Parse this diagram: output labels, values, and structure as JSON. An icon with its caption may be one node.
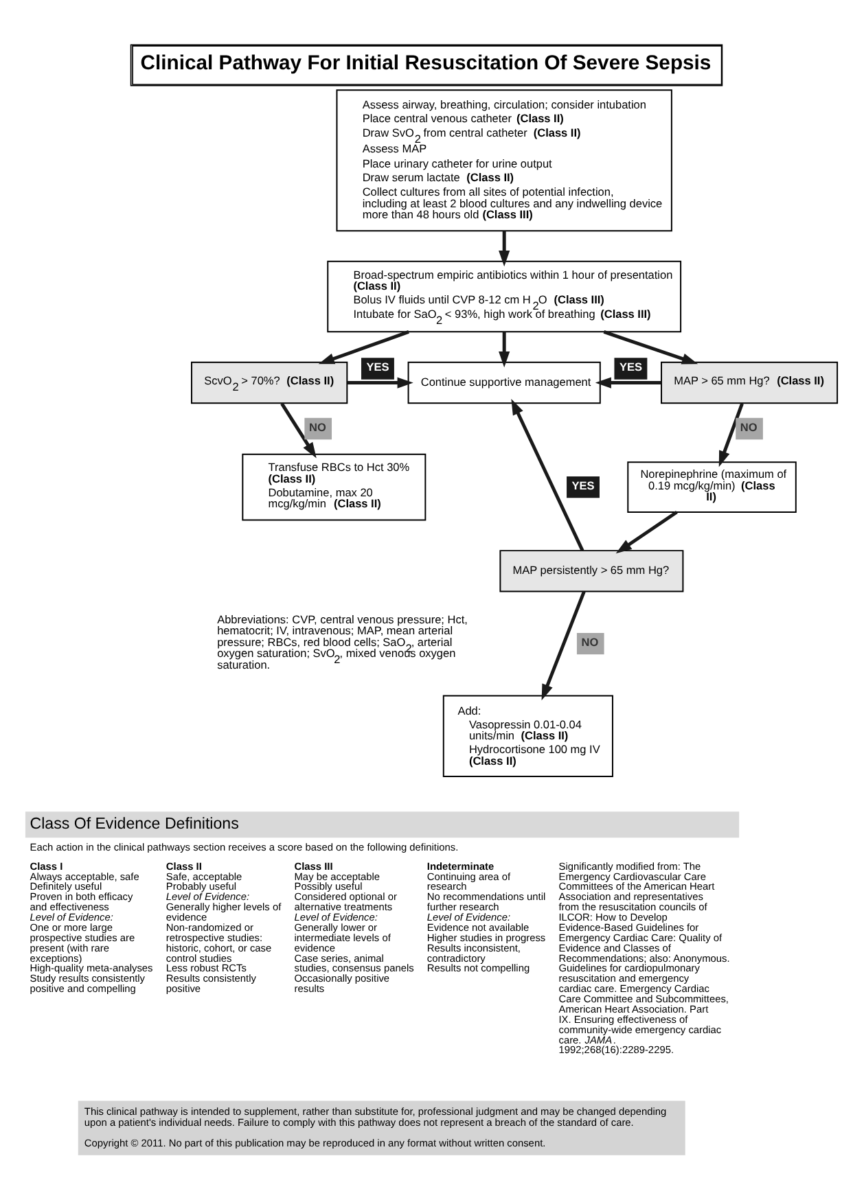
{
  "diagram": {
    "title": "Clinical Pathway For Initial Resuscitation Of Severe Sepsis",
    "nodes": [
      {
        "text": [
          "Assess airway, breathing, circulation; consider intubation",
          "Place central venous catheter **(Class II)**",
          "Draw SvO$_{2}$ from central catheter **(Class II)**",
          "Assess MAP",
          "Place urinary catheter for urine output",
          "Draw serum lactate **(Class II)**",
          "Collect cultures from all sites of potential infection, including at least 2 blood cultures and any indwelling device more than 48 hours old **(Class III)**"
        ]
      },
      {
        "text": [
          "Broad-spectrum empiric antibiotics within 1 hour of presentation **(Class II)**",
          "Bolus IV fluids until CVP 8-12 cm H$_{2}$O **(Class III)**",
          "Intubate for SaO$_{2}$ < 93%, high work of breathing **(Class III)**"
        ]
      },
      {
        "text": [
          "ScvO$_{2}$ > 70%? **(Class II)**"
        ]
      },
      {
        "text": [
          "Continue supportive management"
        ]
      },
      {
        "text": [
          "MAP > 65 mm Hg? **(Class II)**"
        ]
      },
      {
        "text": [
          "Transfuse RBCs to Hct 30% **(Class II)**",
          "Dobutamine, max 20 mcg/kg/min **(Class II)**"
        ]
      },
      {
        "text": [
          "Norepinephrine (maximum of 0.19 mcg/kg/min) **(Class II)**"
        ]
      },
      {
        "text": [
          "MAP persistently > 65 mm Hg?"
        ]
      },
      {
        "text": [
          "Add:",
          "Vasopressin 0.01-0.04 units/min **(Class II)**",
          "Hydrocortisone 100 mg IV **(Class II)**"
        ]
      }
    ],
    "edges": [
      {
        "from": 0,
        "to": 1,
        "arrow": "to"
      },
      {
        "from": 1,
        "to": 2,
        "arrow": "to"
      },
      {
        "from": 1,
        "to": 3,
        "arrow": "to"
      },
      {
        "from": 1,
        "to": 4,
        "arrow": "to"
      },
      {
        "from": 2,
        "to": 3,
        "arrow": "to",
        "label": "YES"
      },
      {
        "from": 4,
        "to": 3,
        "arrow": "to",
        "label": "YES"
      },
      {
        "from": 2,
        "to": 5,
        "arrow": "to",
        "label": "NO"
      },
      {
        "from": 4,
        "to": 6,
        "arrow": "to",
        "label": "NO"
      },
      {
        "from": 6,
        "to": 7,
        "arrow": "to"
      },
      {
        "from": 7,
        "to": 3,
        "arrow": "to",
        "label": "YES"
      },
      {
        "from": 7,
        "to": 8,
        "arrow": "to",
        "label": "NO"
      }
    ],
    "labels": [
      "Abbreviations: CVP, central venous pressure; Hct, hematocrit; IV, intravenous; MAP, mean arterial pressure; RBCs, red blood cells; SaO$_{2}$, arterial oxygen saturation; SvO$_{2}$, mixed venous oxygen saturation.",
      "Class Of Evidence Definitions",
      "Each action in the clinical pathways section receives a score based on the following definitions.",
      "Class I",
      "Always acceptable, safe",
      "Definitely useful",
      "Proven in both efficacy and effectiveness",
      "Level of Evidence:",
      "One or more large prospective studies are present (with rare exceptions)",
      "High-quality meta-analyses",
      "Study results consistently positive and compelling",
      "Class II",
      "Safe, acceptable",
      "Probably useful",
      "Level of Evidence:",
      "Generally higher levels of evidence",
      "Non-randomized or retrospective studies: historic, cohort, or case control studies",
      "Less robust RCTs",
      "Results consistently positive",
      "Class III",
      "May be acceptable",
      "Possibly useful",
      "Considered optional or alternative treatments",
      "Level of Evidence:",
      "Generally lower or intermediate levels of evidence",
      "Case series, animal studies, consensus panels",
      "Occasionally positive results",
      "Indeterminate",
      "Continuing area of research",
      "No recommendations until further research",
      "Level of Evidence:",
      "Evidence not available",
      "Higher studies in progress",
      "Results inconsistent, contradictory",
      "Results not compelling",
      "Significantly modified from: The Emergency Cardiovascular Care Committees of the American Heart Association and representatives from the resuscitation councils of ILCOR: How to Develop Evidence-Based Guidelines for Emergency Cardiac Care: Quality of Evidence and Classes of Recommendations; also: Anonymous. Guidelines for cardiopulmonary resuscitation and emergency cardiac care. Emergency Cardiac Care Committee and Subcommittees, American Heart Association. Part IX. Ensuring effectiveness of community-wide emergency cardiac care. *JAMA*. 1992;268(16):2289-2295.",
      "This clinical pathway is intended to supplement, rather than substitute for, professional judgment and may be changed depending upon a patient's individual needs. Failure to comply with this pathway does not represent a breach of the standard of care.",
      "Copyright © 2011. No part of this publication may be reproduced in any format without written consent."
    ]
  }
}
